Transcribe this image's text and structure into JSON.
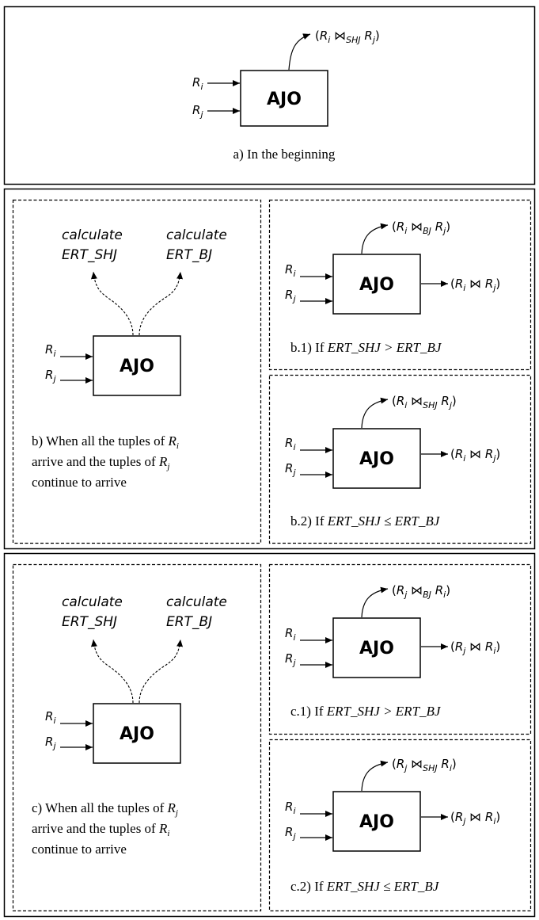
{
  "block_label": "AJO",
  "inputs": {
    "ri": "R",
    "ri_sub": "i",
    "rj": "R",
    "rj_sub": "j"
  },
  "calc": {
    "word": "calculate",
    "shj": "ERT_SHJ",
    "bj": "ERT_BJ"
  },
  "panel_a": {
    "caption": "a) In the beginning",
    "out_top": {
      "l": "R",
      "ls": "i",
      "op": "⋈",
      "os": "SHJ",
      "r": "R",
      "rs": "j"
    }
  },
  "panel_b": {
    "caption_line1_pre": "b) When all the tuples of ",
    "caption_line1_var": "R",
    "caption_line1_sub": "i",
    "caption_line2_pre": "arrive and the tuples of ",
    "caption_line2_var": "R",
    "caption_line2_sub": "j",
    "caption_line3": "continue to arrive"
  },
  "panel_b1": {
    "caption_pre": "b.1) If  ",
    "caption_cond": "ERT_SHJ > ERT_BJ",
    "out_top": {
      "l": "R",
      "ls": "i",
      "op": "⋈",
      "os": "BJ",
      "r": "R",
      "rs": "j"
    },
    "out_right": {
      "l": "R",
      "ls": "i",
      "op": "⋈",
      "r": "R",
      "rs": "j"
    }
  },
  "panel_b2": {
    "caption_pre": "b.2) If  ",
    "caption_cond": "ERT_SHJ ≤ ERT_BJ",
    "out_top": {
      "l": "R",
      "ls": "i",
      "op": "⋈",
      "os": "SHJ",
      "r": "R",
      "rs": "j"
    },
    "out_right": {
      "l": "R",
      "ls": "i",
      "op": "⋈",
      "r": "R",
      "rs": "j"
    }
  },
  "panel_c": {
    "caption_line1_pre": "c) When all the tuples of ",
    "caption_line1_var": "R",
    "caption_line1_sub": "j",
    "caption_line2_pre": "arrive and the tuples of ",
    "caption_line2_var": "R",
    "caption_line2_sub": "i",
    "caption_line3": "continue to arrive"
  },
  "panel_c1": {
    "caption_pre": "c.1) If  ",
    "caption_cond": "ERT_SHJ > ERT_BJ",
    "out_top": {
      "l": "R",
      "ls": "j",
      "op": "⋈",
      "os": "BJ",
      "r": "R",
      "rs": "i"
    },
    "out_right": {
      "l": "R",
      "ls": "j",
      "op": "⋈",
      "r": "R",
      "rs": "i"
    }
  },
  "panel_c2": {
    "caption_pre": "c.2) If  ",
    "caption_cond": "ERT_SHJ ≤ ERT_BJ",
    "out_top": {
      "l": "R",
      "ls": "j",
      "op": "⋈",
      "os": "SHJ",
      "r": "R",
      "rs": "i"
    },
    "out_right": {
      "l": "R",
      "ls": "j",
      "op": "⋈",
      "r": "R",
      "rs": "i"
    }
  }
}
